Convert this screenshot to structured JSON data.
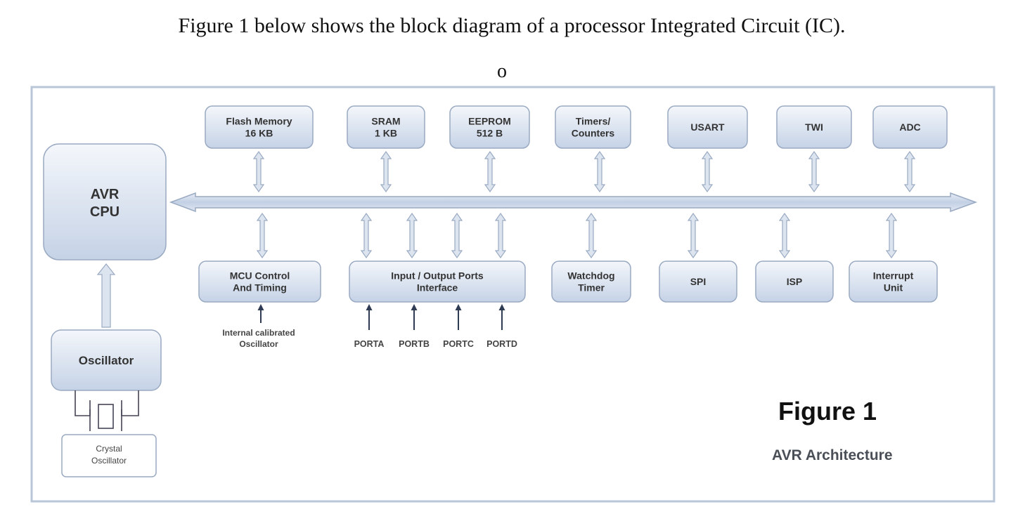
{
  "caption": "Figure 1 below shows the block diagram of a processor Integrated Circuit (IC).",
  "stray_mark": "o",
  "figure_label": "Figure 1",
  "figure_subtitle": "AVR Architecture",
  "colors": {
    "frame": "#b8c6d8",
    "box_top": "#f4f7fb",
    "box_bottom": "#c5d2e6",
    "box_stroke": "#9aaac2",
    "arrow_fill": "#dce4ef",
    "arrow_stroke": "#9aaac2",
    "bus_fill": "#c8d4e6",
    "text": "#333333",
    "figure_text": "#111111"
  },
  "cpu": {
    "lines": [
      "AVR",
      "CPU"
    ]
  },
  "oscillator": {
    "label": "Oscillator"
  },
  "crystal": {
    "lines": [
      "Crystal",
      "Oscillator"
    ]
  },
  "top_blocks": [
    {
      "id": "flash",
      "lines": [
        "Flash Memory",
        "16 KB"
      ]
    },
    {
      "id": "sram",
      "lines": [
        "SRAM",
        "1 KB"
      ]
    },
    {
      "id": "eeprom",
      "lines": [
        "EEPROM",
        "512 B"
      ]
    },
    {
      "id": "timers",
      "lines": [
        "Timers/",
        "Counters"
      ]
    },
    {
      "id": "usart",
      "lines": [
        "USART"
      ]
    },
    {
      "id": "twi",
      "lines": [
        "TWI"
      ]
    },
    {
      "id": "adc",
      "lines": [
        "ADC"
      ]
    }
  ],
  "bottom_blocks": [
    {
      "id": "mcu",
      "lines": [
        "MCU Control",
        "And Timing"
      ]
    },
    {
      "id": "io",
      "lines": [
        "Input / Output Ports",
        "Interface"
      ]
    },
    {
      "id": "watchdog",
      "lines": [
        "Watchdog",
        "Timer"
      ]
    },
    {
      "id": "spi",
      "lines": [
        "SPI"
      ]
    },
    {
      "id": "isp",
      "lines": [
        "ISP"
      ]
    },
    {
      "id": "interrupt",
      "lines": [
        "Interrupt",
        "Unit"
      ]
    }
  ],
  "mcu_input": {
    "lines": [
      "Internal calibrated",
      "Oscillator"
    ]
  },
  "ports": [
    "PORTA",
    "PORTB",
    "PORTC",
    "PORTD"
  ]
}
